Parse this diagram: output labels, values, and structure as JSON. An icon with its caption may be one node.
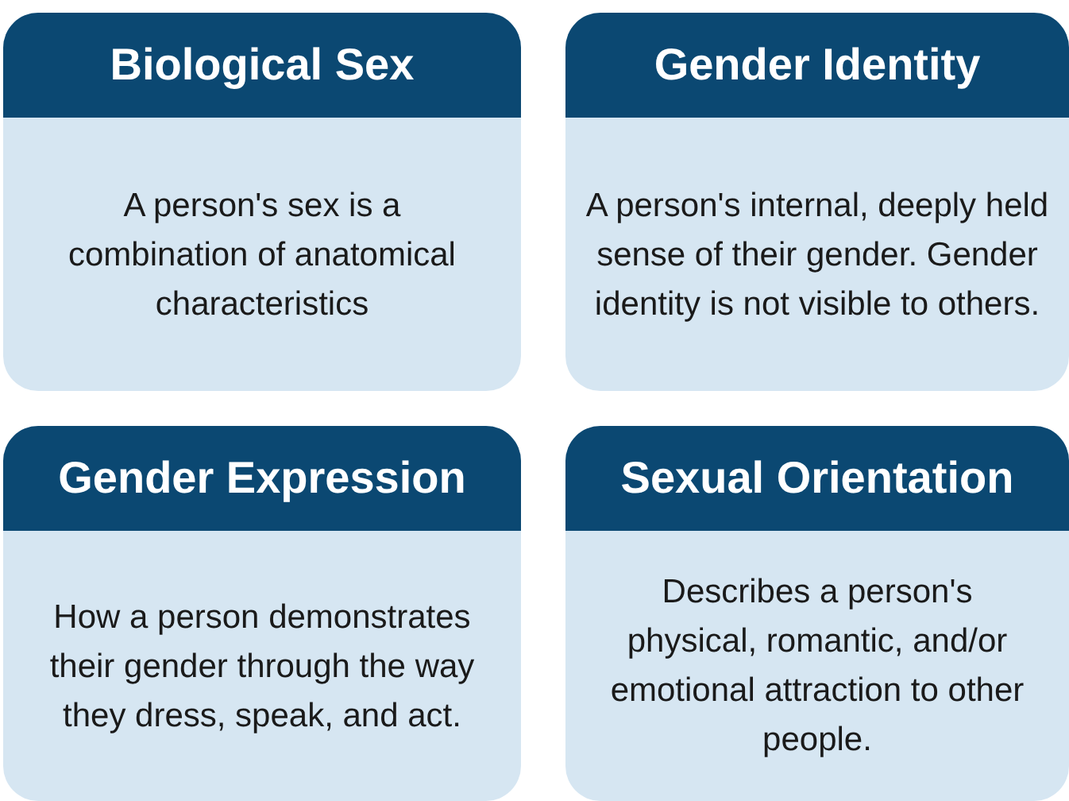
{
  "diagram": {
    "nodes": [
      {
        "text": [
          "Biological Sex",
          "A person's sex is a combination of anatomical characteristics"
        ]
      },
      {
        "text": [
          "Gender Identity",
          "A person's internal, deeply held sense of their gender. Gender identity is not visible to others."
        ]
      },
      {
        "text": [
          "Gender Expression",
          "How a person demonstrates their gender through the way they dress, speak, and act."
        ]
      },
      {
        "text": [
          "Sexual Orientation",
          "Describes a person's physical, romantic, and/or emotional attraction to other people."
        ]
      }
    ]
  }
}
